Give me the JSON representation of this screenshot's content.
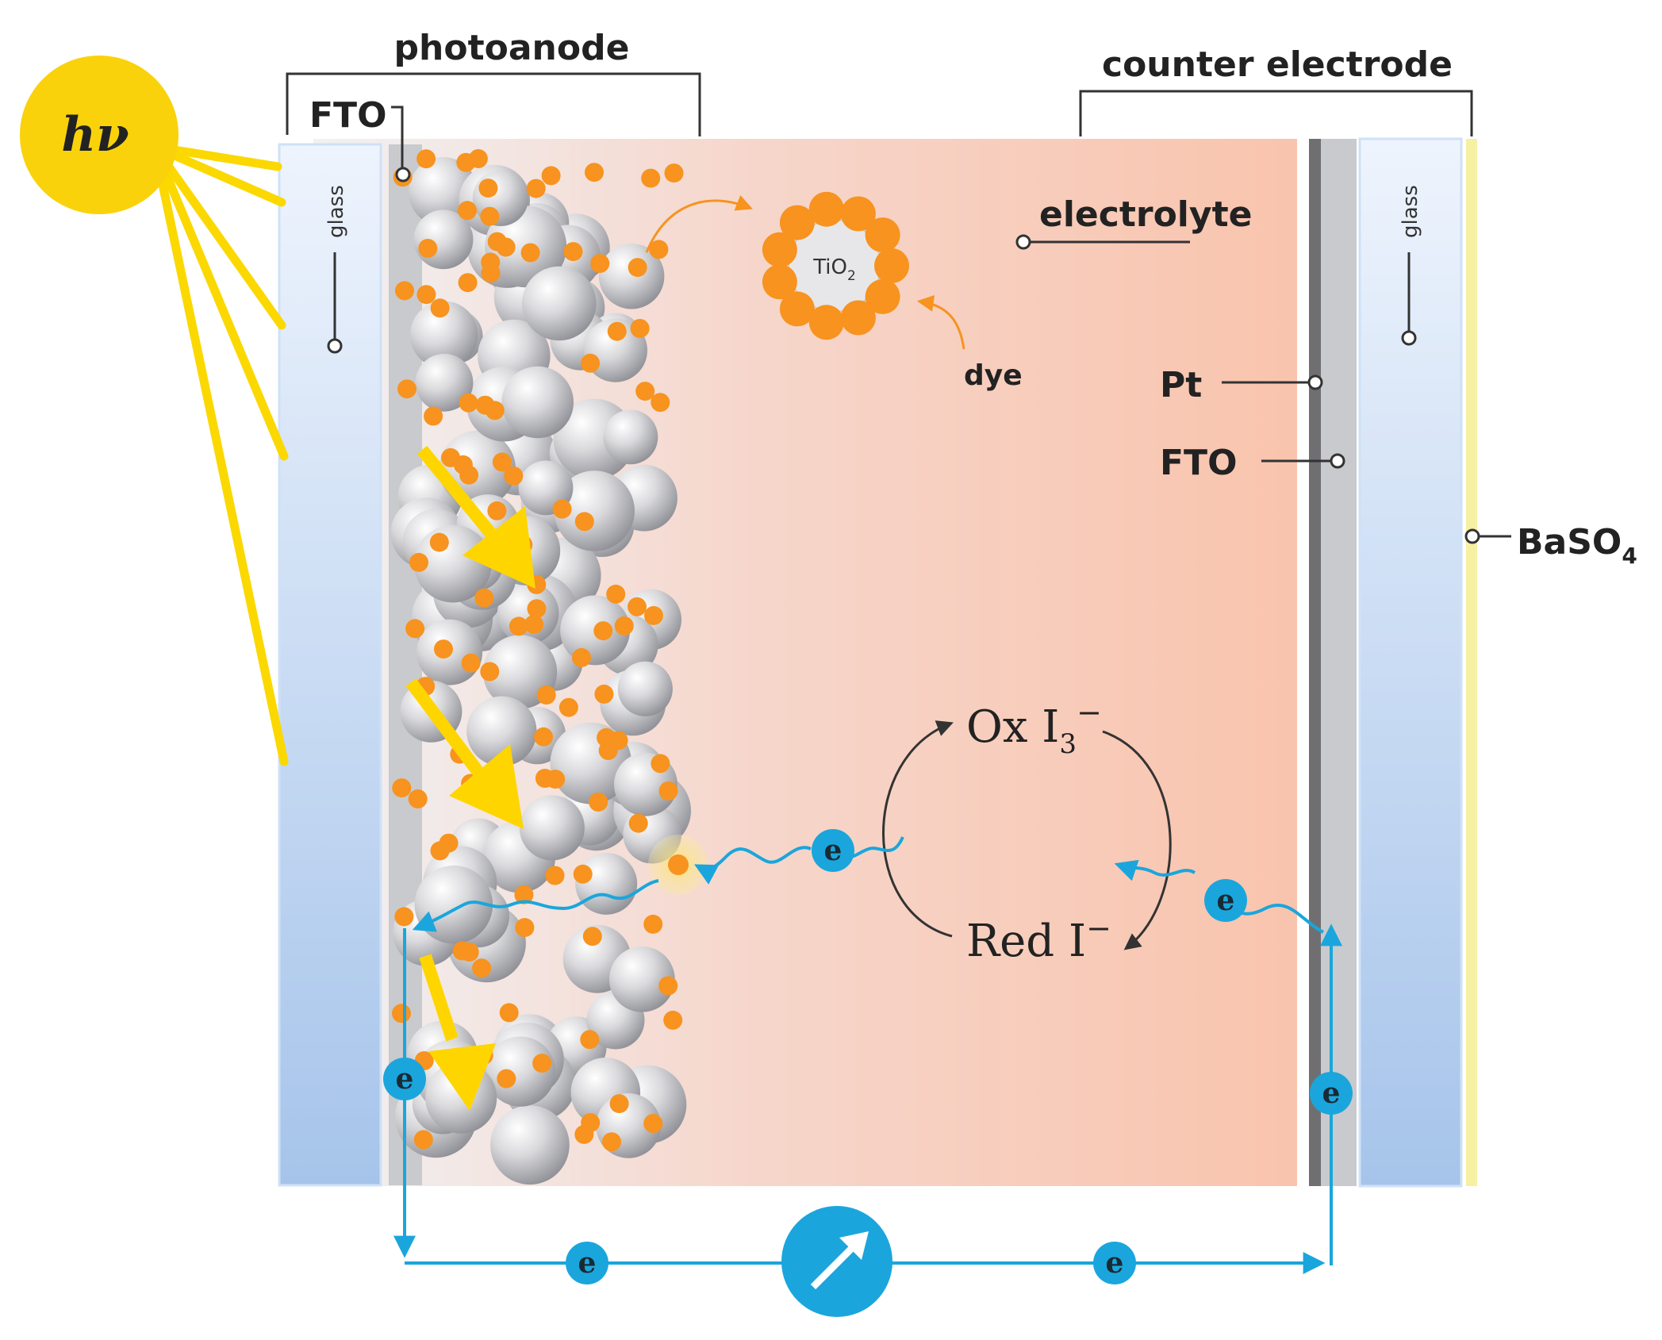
{
  "labels": {
    "hv": "hν",
    "photoanode": "photoanode",
    "counter_electrode": "counter electrode",
    "fto_left": "FTO",
    "glass_left": "glass",
    "glass_right": "glass",
    "tio2": "TiO",
    "tio2_sub": "2",
    "electrolyte": "electrolyte",
    "dye": "dye",
    "pt": "Pt",
    "fto_right": "FTO",
    "baso4": "BaSO",
    "baso4_sub": "4",
    "ox": "Ox I",
    "ox_sub": "3",
    "ox_sup": "−",
    "red": "Red I",
    "red_sup": "−",
    "electron": "e"
  },
  "colors": {
    "sun": "#f9d20b",
    "sun_rays": "#fbd800",
    "electron": "#1aa6dc",
    "dye": "#f7931e",
    "electrolyte_far": "#f9c4ad",
    "electrolyte_near": "#f1f1f3",
    "glass_top": "#eef4fd",
    "glass_bottom": "#a6c4ea",
    "fto": "#c9cacd",
    "pt": "#6f6f72",
    "baso4": "#f6f0a2",
    "photon_arrow": "#ffd500",
    "bracket": "#333333"
  },
  "icons": {
    "meter": "meter-arrow-icon"
  }
}
